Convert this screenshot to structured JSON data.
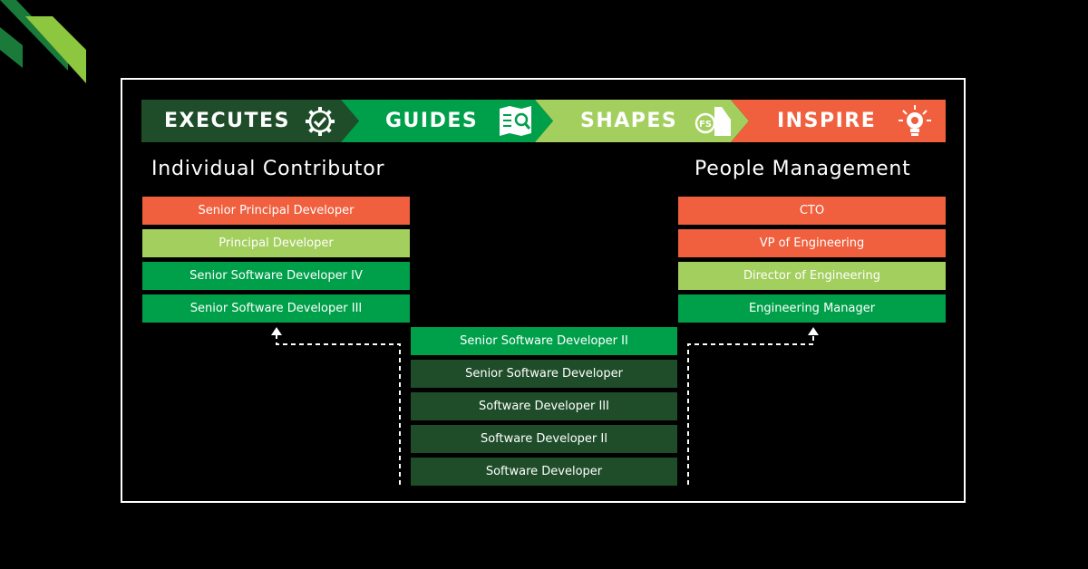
{
  "colors": {
    "background": "#000000",
    "dark_green": "#1f4d2a",
    "mid_green": "#00a04b",
    "light_green": "#a3cf5e",
    "coral": "#f0603f",
    "frame": "#ffffff"
  },
  "banner": {
    "segments": [
      {
        "label": "EXECUTES",
        "icon": "gear-check-icon",
        "color": "#1f4d2a"
      },
      {
        "label": "GUIDES",
        "icon": "map-search-icon",
        "color": "#00a04b"
      },
      {
        "label": "SHAPES",
        "icon": "crest-shape-icon",
        "color": "#a3cf5e"
      },
      {
        "label": "INSPIRE",
        "icon": "lightbulb-icon",
        "color": "#f0603f"
      }
    ]
  },
  "individual_contributor": {
    "title": "Individual Contributor",
    "roles": [
      {
        "label": "Senior Principal Developer",
        "color": "#f0603f"
      },
      {
        "label": "Principal Developer",
        "color": "#a3cf5e"
      },
      {
        "label": "Senior Software Developer IV",
        "color": "#00a04b"
      },
      {
        "label": "Senior Software Developer III",
        "color": "#00a04b"
      }
    ]
  },
  "people_management": {
    "title": "People Management",
    "roles": [
      {
        "label": "CTO",
        "color": "#f0603f"
      },
      {
        "label": "VP of Engineering",
        "color": "#f0603f"
      },
      {
        "label": "Director of Engineering",
        "color": "#a3cf5e"
      },
      {
        "label": "Engineering Manager",
        "color": "#00a04b"
      }
    ]
  },
  "shared_track": {
    "roles": [
      {
        "label": "Senior Software Developer II",
        "color": "#00a04b"
      },
      {
        "label": "Senior Software Developer",
        "color": "#1f4d2a"
      },
      {
        "label": "Software Developer III",
        "color": "#1f4d2a"
      },
      {
        "label": "Software Developer II",
        "color": "#1f4d2a"
      },
      {
        "label": "Software Developer",
        "color": "#1f4d2a"
      }
    ]
  }
}
